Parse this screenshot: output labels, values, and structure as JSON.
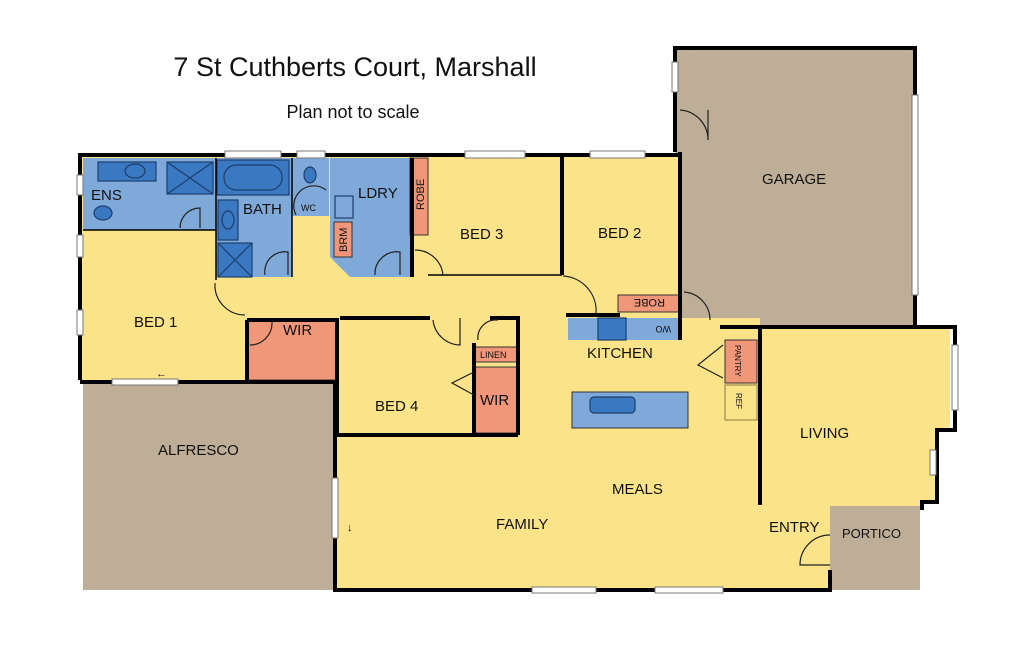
{
  "title": "7 St Cuthberts Court, Marshall",
  "subtitle": "Plan not to scale",
  "colors": {
    "living": "#fbe38a",
    "wet": "#7fa9d9",
    "storage": "#f0977a",
    "outdoor": "#bfae97",
    "fixture": "#3a78c2"
  },
  "rooms": {
    "ens": "ENS",
    "bath": "BATH",
    "wc": "WC",
    "ldry": "LDRY",
    "robe1": "ROBE",
    "brm": "BRM",
    "bed3": "BED 3",
    "bed2": "BED 2",
    "garage": "GARAGE",
    "bed1": "BED 1",
    "wir1": "WIR",
    "robe2": "ROBE",
    "wo": "WO",
    "kitchen": "KITCHEN",
    "pantry": "PANTRY",
    "ref": "REF",
    "linen": "LINEN",
    "wir2": "WIR",
    "bed4": "BED 4",
    "living": "LIVING",
    "alfresco": "ALFRESCO",
    "meals": "MEALS",
    "family": "FAMILY",
    "entry": "ENTRY",
    "portico": "PORTICO"
  },
  "arrows": {
    "left": "←",
    "down": "↓"
  }
}
